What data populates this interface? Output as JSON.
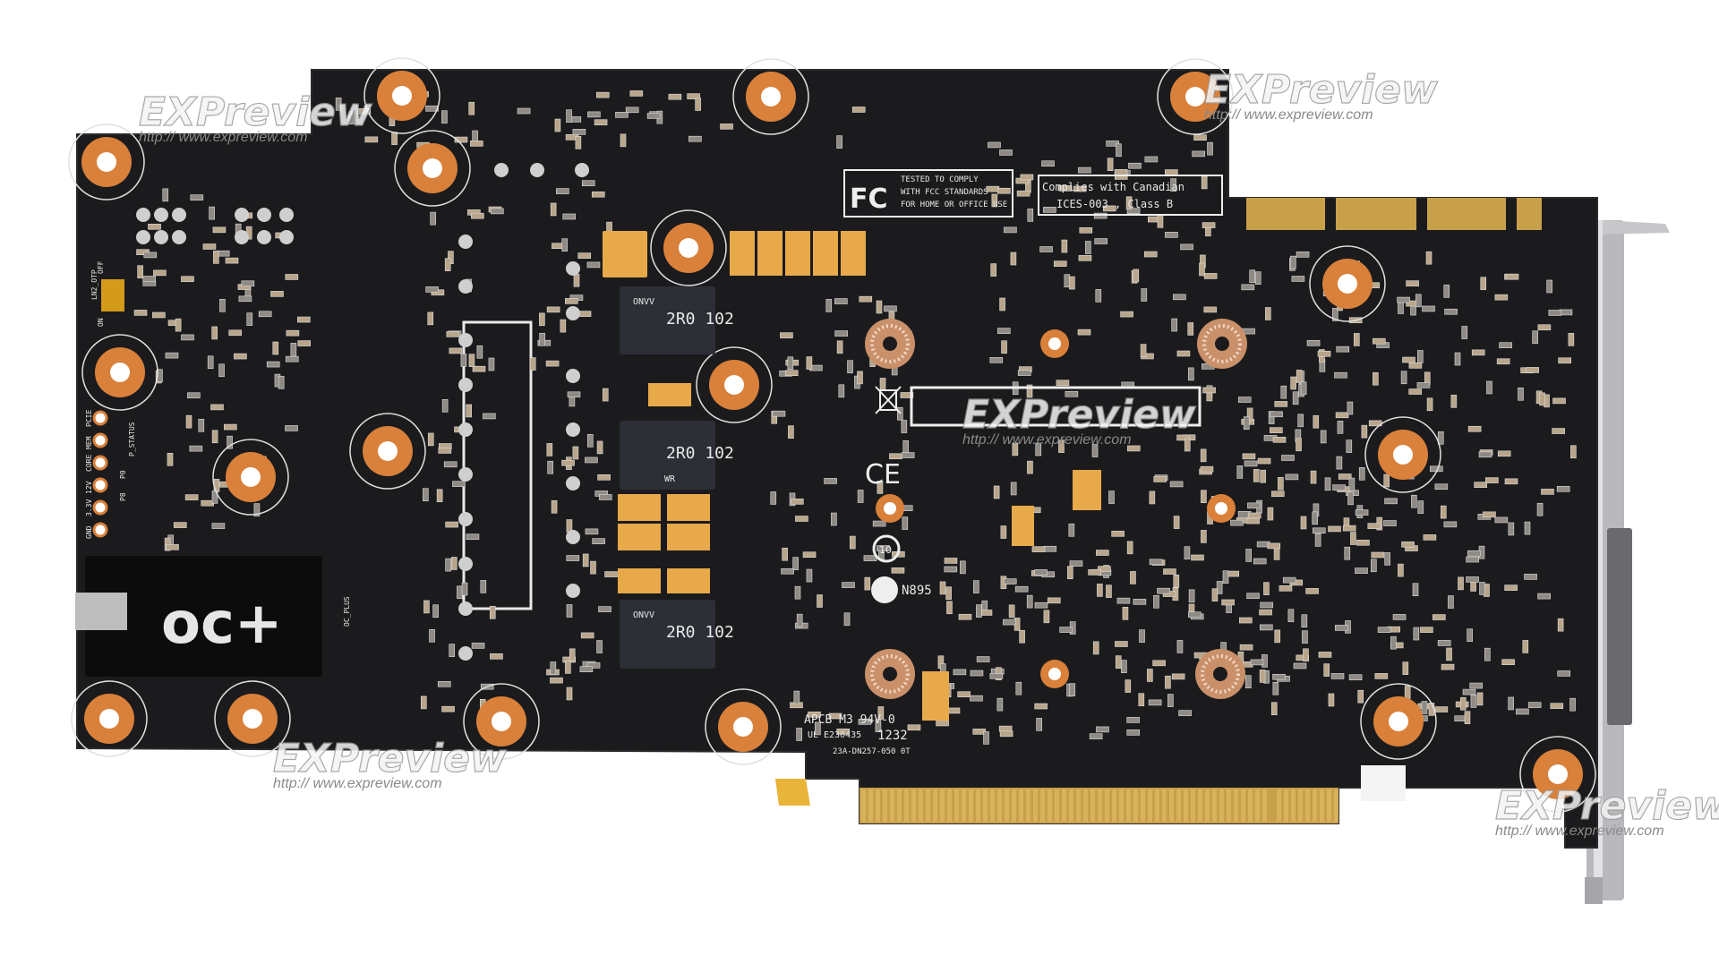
{
  "watermark": {
    "brand": "EXPreview",
    "url": "http:// www.expreview.com"
  },
  "fcc": {
    "logo": "FC",
    "lines": [
      "TESTED TO COMPLY",
      "WITH FCC STANDARDS",
      "FOR HOME OR OFFICE USE"
    ]
  },
  "canada": {
    "lines": [
      "Complies with Canadian",
      "ICES-003 , Class B"
    ]
  },
  "pcb_info": {
    "line1": "APCB M3 94V-0",
    "ul": "E230435",
    "date_code": "1232",
    "part": "23A-DN257-050 0T"
  },
  "marks": {
    "ce": "CE",
    "recycle": "10",
    "ctick": "N895"
  },
  "probe_points": [
    "PCIE",
    "MEM",
    "CORE",
    "12V",
    "3.3V",
    "GND"
  ],
  "status_labels": {
    "p_status": "P_STATUS",
    "p0": "P0",
    "p8": "P8"
  },
  "switch_labels": {
    "name": "LN2_OTP",
    "on": "ON",
    "off": "OFF"
  },
  "oc_module": {
    "logo": "oc+",
    "label": "OC_PLUS"
  },
  "inductor": {
    "value": "2R0 102",
    "code": "WR",
    "brand": "ONVV"
  },
  "colors": {
    "pcb": "#1b1b1d",
    "copper": "#d9803a",
    "gold": "#c9a04a",
    "tantalum": "#e8a94a"
  }
}
